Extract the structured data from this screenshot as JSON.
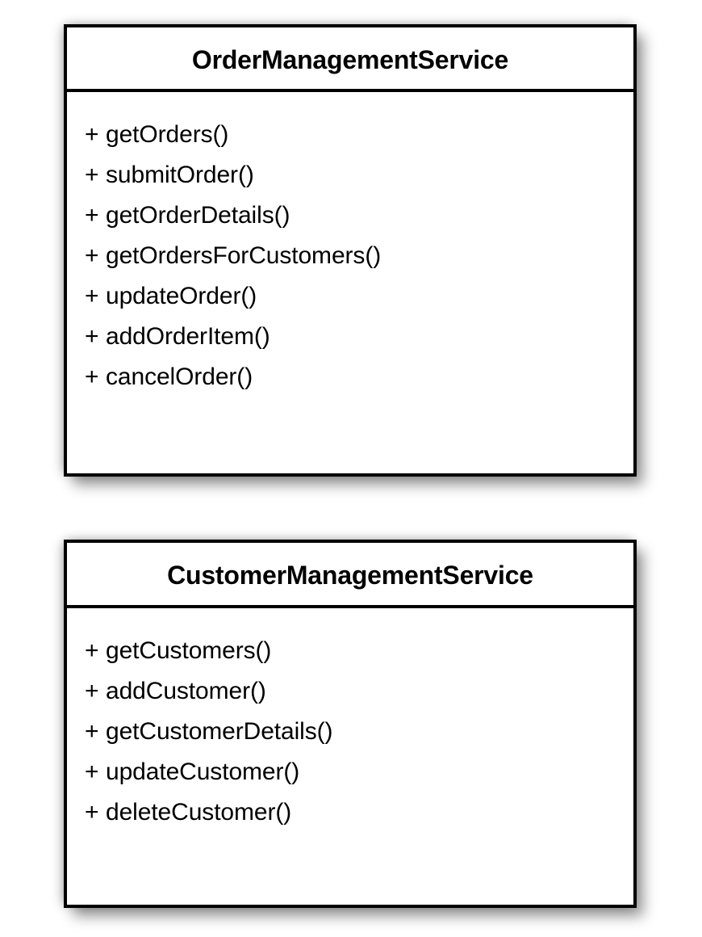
{
  "diagram": {
    "type": "uml-class-diagram",
    "background_color": "#ffffff",
    "border_color": "#000000",
    "text_color": "#000000",
    "classes": [
      {
        "name": "OrderManagementService",
        "operations": [
          {
            "visibility": "+",
            "signature": "getOrders()"
          },
          {
            "visibility": "+",
            "signature": "submitOrder()"
          },
          {
            "visibility": "+",
            "signature": "getOrderDetails()"
          },
          {
            "visibility": "+",
            "signature": "getOrdersForCustomers()"
          },
          {
            "visibility": "+",
            "signature": "updateOrder()"
          },
          {
            "visibility": "+",
            "signature": "addOrderItem()"
          },
          {
            "visibility": "+",
            "signature": "cancelOrder()"
          }
        ]
      },
      {
        "name": "CustomerManagementService",
        "operations": [
          {
            "visibility": "+",
            "signature": "getCustomers()"
          },
          {
            "visibility": "+",
            "signature": "addCustomer()"
          },
          {
            "visibility": "+",
            "signature": "getCustomerDetails()"
          },
          {
            "visibility": "+",
            "signature": "updateCustomer()"
          },
          {
            "visibility": "+",
            "signature": "deleteCustomer()"
          }
        ]
      }
    ]
  }
}
